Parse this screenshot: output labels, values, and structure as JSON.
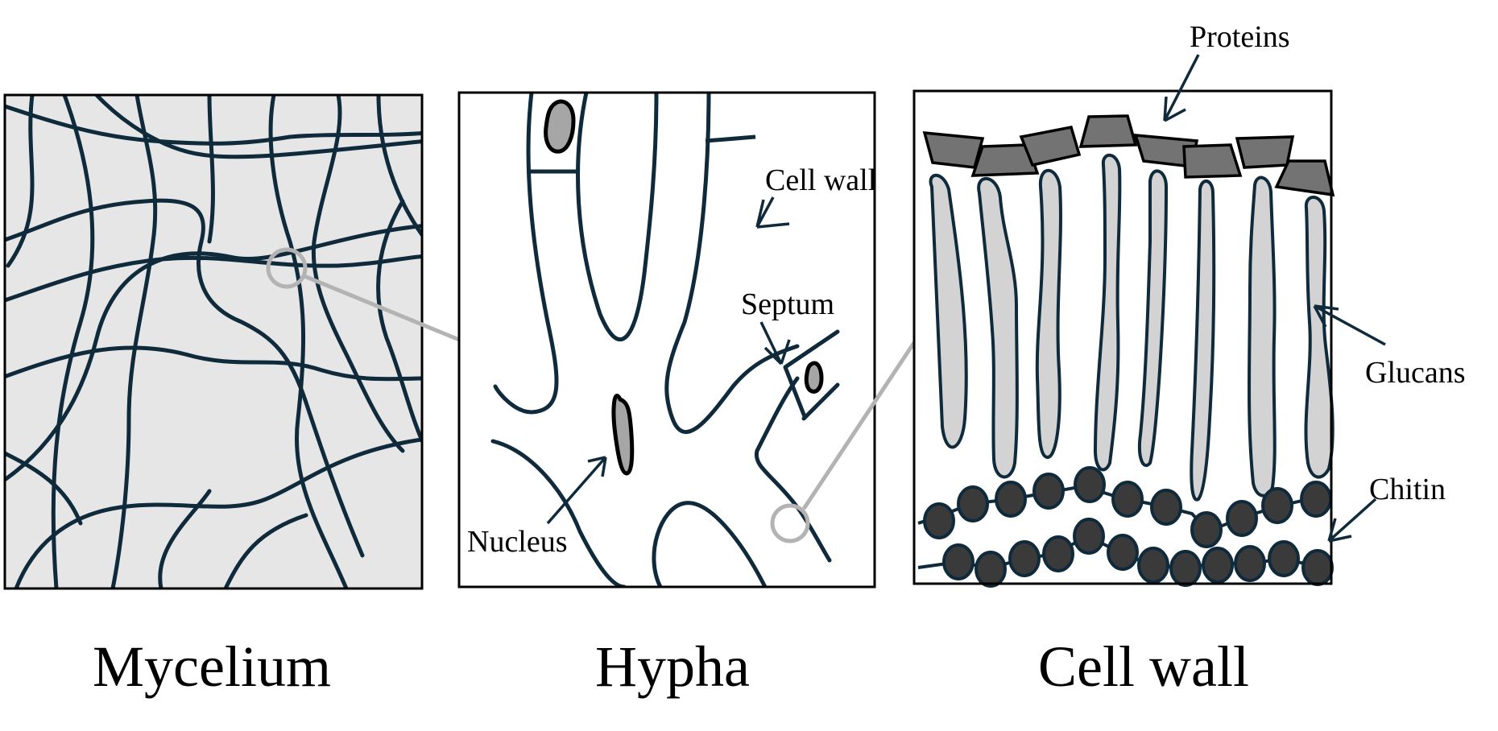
{
  "panels": {
    "mycelium": {
      "title": "Mycelium"
    },
    "hypha": {
      "title": "Hypha",
      "labels": {
        "cell_wall": "Cell wall",
        "septum": "Septum",
        "nucleus": "Nucleus"
      }
    },
    "cell_wall": {
      "title": "Cell wall",
      "labels": {
        "proteins": "Proteins",
        "glucans": "Glucans",
        "chitin": "Chitin"
      }
    }
  },
  "colors": {
    "line": "#0f2a3a",
    "panel_bg_mycelium": "#e6e6e6",
    "protein": "#737373",
    "glucan": "#d3d3d3",
    "chitin": "#3a3a3a",
    "zoom_marker": "#b3b3b3"
  }
}
